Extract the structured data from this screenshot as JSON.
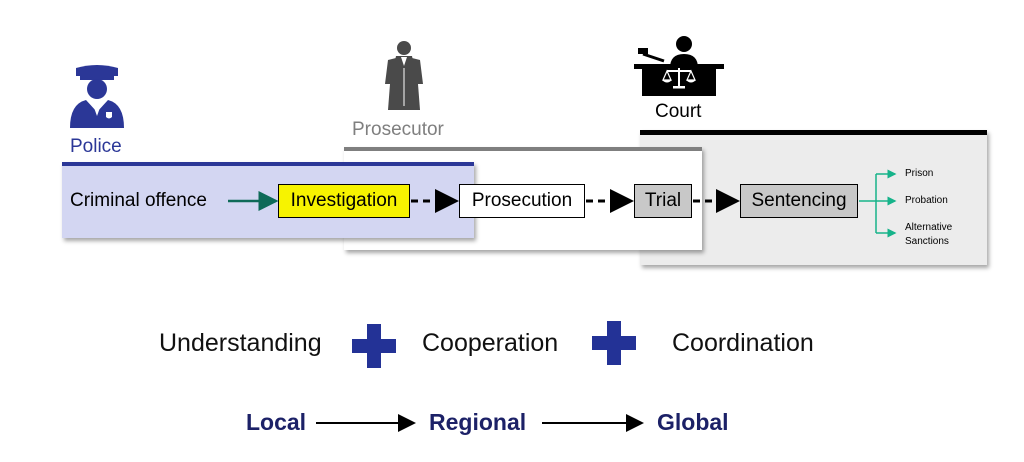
{
  "actors": {
    "police": "Police",
    "prosecutor": "Prosecutor",
    "court": "Court"
  },
  "stages": {
    "criminal_offence": "Criminal offence",
    "investigation": "Investigation",
    "prosecution": "Prosecution",
    "trial": "Trial",
    "sentencing": "Sentencing"
  },
  "outcomes": {
    "prison": "Prison",
    "probation": "Probation",
    "alternative_line1": "Alternative",
    "alternative_line2": "Sanctions"
  },
  "principles": [
    "Understanding",
    "Cooperation",
    "Coordination"
  ],
  "scale": [
    "Local",
    "Regional",
    "Global"
  ],
  "colors": {
    "police_blue": "#2b3797",
    "police_band": "#d3d6f2",
    "investigation_fill": "#f7f300",
    "trial_fill": "#c8c8c8",
    "court_band": "#ececec",
    "plus_blue": "#233296",
    "scale_navy": "#1c2167",
    "outcome_green": "#16b38a",
    "offence_arrow": "#0e6a58"
  },
  "icons": [
    "police-officer-icon",
    "prosecutor-icon",
    "judge-at-bench-icon",
    "scales-of-justice-icon",
    "plus-icon"
  ]
}
